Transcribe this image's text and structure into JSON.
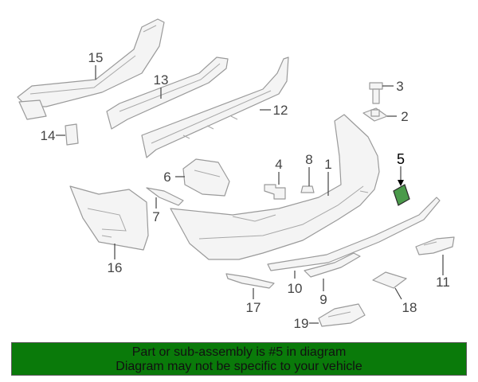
{
  "callouts": {
    "c1": "1",
    "c2": "2",
    "c3": "3",
    "c4": "4",
    "c5": "5",
    "c6": "6",
    "c7": "7",
    "c8": "8",
    "c9": "9",
    "c10": "10",
    "c11": "11",
    "c12": "12",
    "c13": "13",
    "c14": "14",
    "c15": "15",
    "c16": "16",
    "c17": "17",
    "c18": "18",
    "c19": "19"
  },
  "banner": {
    "line1": "Part or sub-assembly is #5 in diagram",
    "line2": "Diagram may not be specific to your vehicle"
  },
  "colors": {
    "banner_bg": "#0a7a0a",
    "highlight_part": "#4a9a4a"
  }
}
